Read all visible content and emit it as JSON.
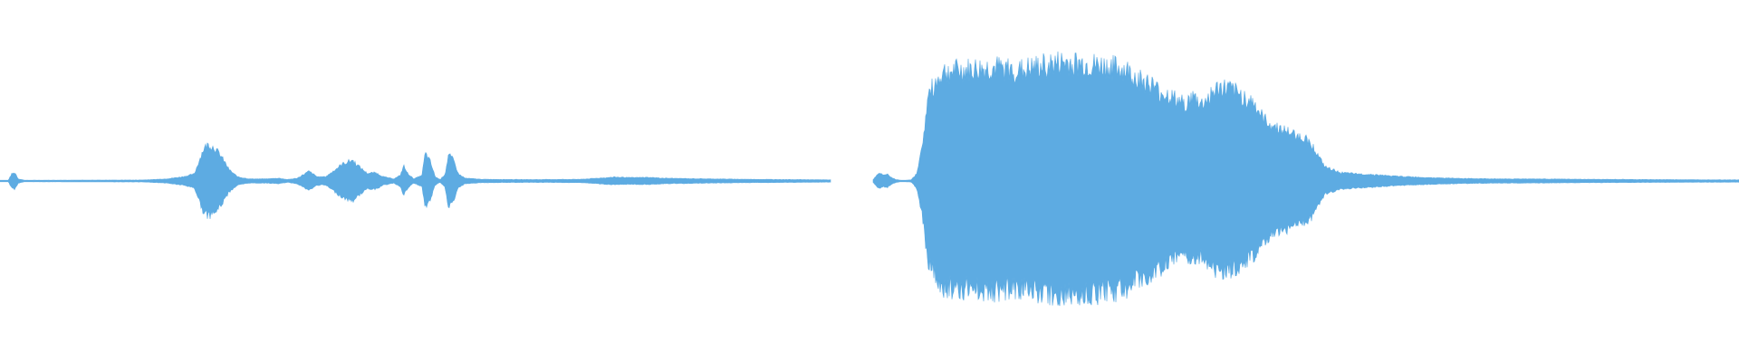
{
  "waveform": {
    "color": "#5dabe2",
    "background": "#ffffff",
    "clips": [
      {
        "name": "clip-1",
        "envelope": [
          [
            0.0,
            0.005
          ],
          [
            0.01,
            0.005
          ],
          [
            0.014,
            0.05
          ],
          [
            0.018,
            0.06
          ],
          [
            0.022,
            0.015
          ],
          [
            0.03,
            0.005
          ],
          [
            0.08,
            0.006
          ],
          [
            0.17,
            0.007
          ],
          [
            0.184,
            0.01
          ],
          [
            0.2,
            0.015
          ],
          [
            0.22,
            0.03
          ],
          [
            0.234,
            0.05
          ],
          [
            0.245,
            0.23
          ],
          [
            0.25,
            0.26
          ],
          [
            0.258,
            0.24
          ],
          [
            0.266,
            0.18
          ],
          [
            0.276,
            0.08
          ],
          [
            0.286,
            0.03
          ],
          [
            0.3,
            0.015
          ],
          [
            0.32,
            0.015
          ],
          [
            0.336,
            0.02
          ],
          [
            0.346,
            0.01
          ],
          [
            0.358,
            0.02
          ],
          [
            0.372,
            0.07
          ],
          [
            0.382,
            0.03
          ],
          [
            0.392,
            0.03
          ],
          [
            0.4,
            0.065
          ],
          [
            0.412,
            0.12
          ],
          [
            0.424,
            0.15
          ],
          [
            0.434,
            0.095
          ],
          [
            0.442,
            0.055
          ],
          [
            0.452,
            0.06
          ],
          [
            0.462,
            0.03
          ],
          [
            0.474,
            0.015
          ],
          [
            0.482,
            0.04
          ],
          [
            0.486,
            0.11
          ],
          [
            0.49,
            0.06
          ],
          [
            0.498,
            0.015
          ],
          [
            0.508,
            0.04
          ],
          [
            0.512,
            0.2
          ],
          [
            0.518,
            0.14
          ],
          [
            0.524,
            0.03
          ],
          [
            0.53,
            0.01
          ],
          [
            0.536,
            0.05
          ],
          [
            0.54,
            0.19
          ],
          [
            0.546,
            0.15
          ],
          [
            0.552,
            0.05
          ],
          [
            0.56,
            0.02
          ],
          [
            0.58,
            0.012
          ],
          [
            0.64,
            0.01
          ],
          [
            0.7,
            0.012
          ],
          [
            0.72,
            0.02
          ],
          [
            0.74,
            0.028
          ],
          [
            0.76,
            0.024
          ],
          [
            0.78,
            0.026
          ],
          [
            0.8,
            0.02
          ],
          [
            0.84,
            0.016
          ],
          [
            0.9,
            0.012
          ],
          [
            0.96,
            0.01
          ],
          [
            1.0,
            0.008
          ]
        ]
      },
      {
        "name": "clip-2",
        "envelope": [
          [
            0.0,
            0.01
          ],
          [
            0.004,
            0.04
          ],
          [
            0.008,
            0.055
          ],
          [
            0.012,
            0.04
          ],
          [
            0.016,
            0.05
          ],
          [
            0.02,
            0.03
          ],
          [
            0.026,
            0.01
          ],
          [
            0.034,
            0.004
          ],
          [
            0.044,
            0.008
          ],
          [
            0.05,
            0.05
          ],
          [
            0.056,
            0.22
          ],
          [
            0.064,
            0.62
          ],
          [
            0.074,
            0.72
          ],
          [
            0.08,
            0.78
          ],
          [
            0.1,
            0.79
          ],
          [
            0.14,
            0.81
          ],
          [
            0.17,
            0.79
          ],
          [
            0.2,
            0.83
          ],
          [
            0.22,
            0.85
          ],
          [
            0.25,
            0.83
          ],
          [
            0.27,
            0.82
          ],
          [
            0.29,
            0.8
          ],
          [
            0.31,
            0.72
          ],
          [
            0.32,
            0.7
          ],
          [
            0.33,
            0.64
          ],
          [
            0.34,
            0.62
          ],
          [
            0.35,
            0.58
          ],
          [
            0.36,
            0.55
          ],
          [
            0.37,
            0.6
          ],
          [
            0.38,
            0.55
          ],
          [
            0.39,
            0.62
          ],
          [
            0.4,
            0.67
          ],
          [
            0.41,
            0.66
          ],
          [
            0.42,
            0.63
          ],
          [
            0.44,
            0.56
          ],
          [
            0.45,
            0.45
          ],
          [
            0.46,
            0.4
          ],
          [
            0.48,
            0.35
          ],
          [
            0.5,
            0.3
          ],
          [
            0.506,
            0.27
          ],
          [
            0.514,
            0.18
          ],
          [
            0.522,
            0.1
          ],
          [
            0.54,
            0.06
          ],
          [
            0.56,
            0.05
          ],
          [
            0.58,
            0.045
          ],
          [
            0.6,
            0.035
          ],
          [
            0.64,
            0.025
          ],
          [
            0.68,
            0.018
          ],
          [
            0.72,
            0.015
          ],
          [
            0.76,
            0.015
          ],
          [
            0.82,
            0.012
          ],
          [
            0.9,
            0.01
          ],
          [
            1.0,
            0.008
          ]
        ]
      }
    ]
  }
}
